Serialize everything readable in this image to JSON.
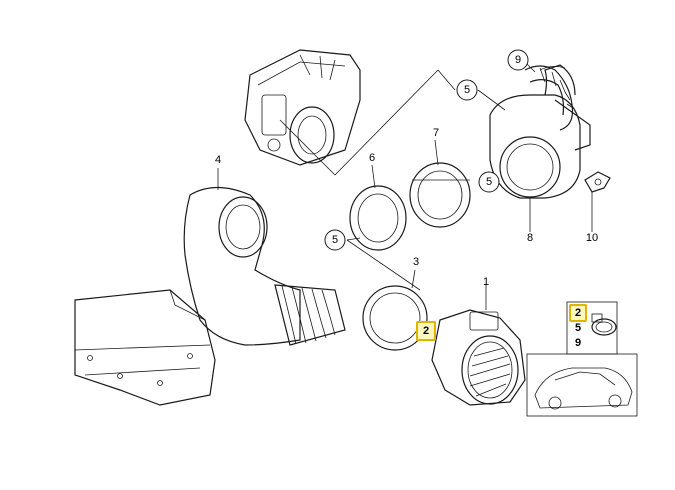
{
  "callouts": {
    "p1": "1",
    "p2_main": "2",
    "p3": "3",
    "p4": "4",
    "p5_top": "5",
    "p5_mid": "5",
    "p5_left": "5",
    "p6": "6",
    "p7": "7",
    "p8": "8",
    "p9_top": "9",
    "p10": "10"
  },
  "legend_box": {
    "items": [
      "2",
      "5",
      "9"
    ]
  },
  "colors": {
    "highlight_fill": "#fff8c0",
    "highlight_stroke": "#e0b400",
    "line": "#1a1a1a"
  }
}
